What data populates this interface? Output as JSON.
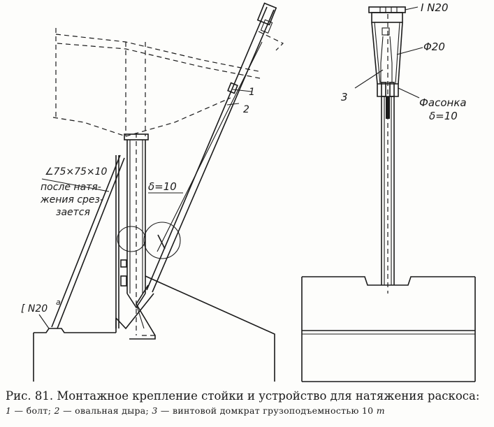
{
  "labels": {
    "angle_profile_1": "∠75×75×10",
    "angle_profile_2": "после натя-",
    "angle_profile_3": "жения срез-",
    "angle_profile_4": "зается",
    "plate_thickness": "δ=10",
    "channel": "[ N20",
    "channel_sup": "a",
    "callout_1": "1",
    "callout_2": "2",
    "callout_3": "3",
    "ibeam": "I N20",
    "rod_diameter": "Φ20",
    "gusset": "Фасонка",
    "gusset_thickness": "δ=10"
  },
  "caption": {
    "main": "Рис. 81. Монтажное крепление стойки и устройство для натяжения раскоса:",
    "legend_1_num": "1",
    "legend_1_text": "— болт;",
    "legend_2_num": "2",
    "legend_2_text": "— овальная дыра;",
    "legend_3_num": "3",
    "legend_3_text": "— винтовой домкрат грузоподъемностью 10",
    "legend_unit": "т"
  }
}
